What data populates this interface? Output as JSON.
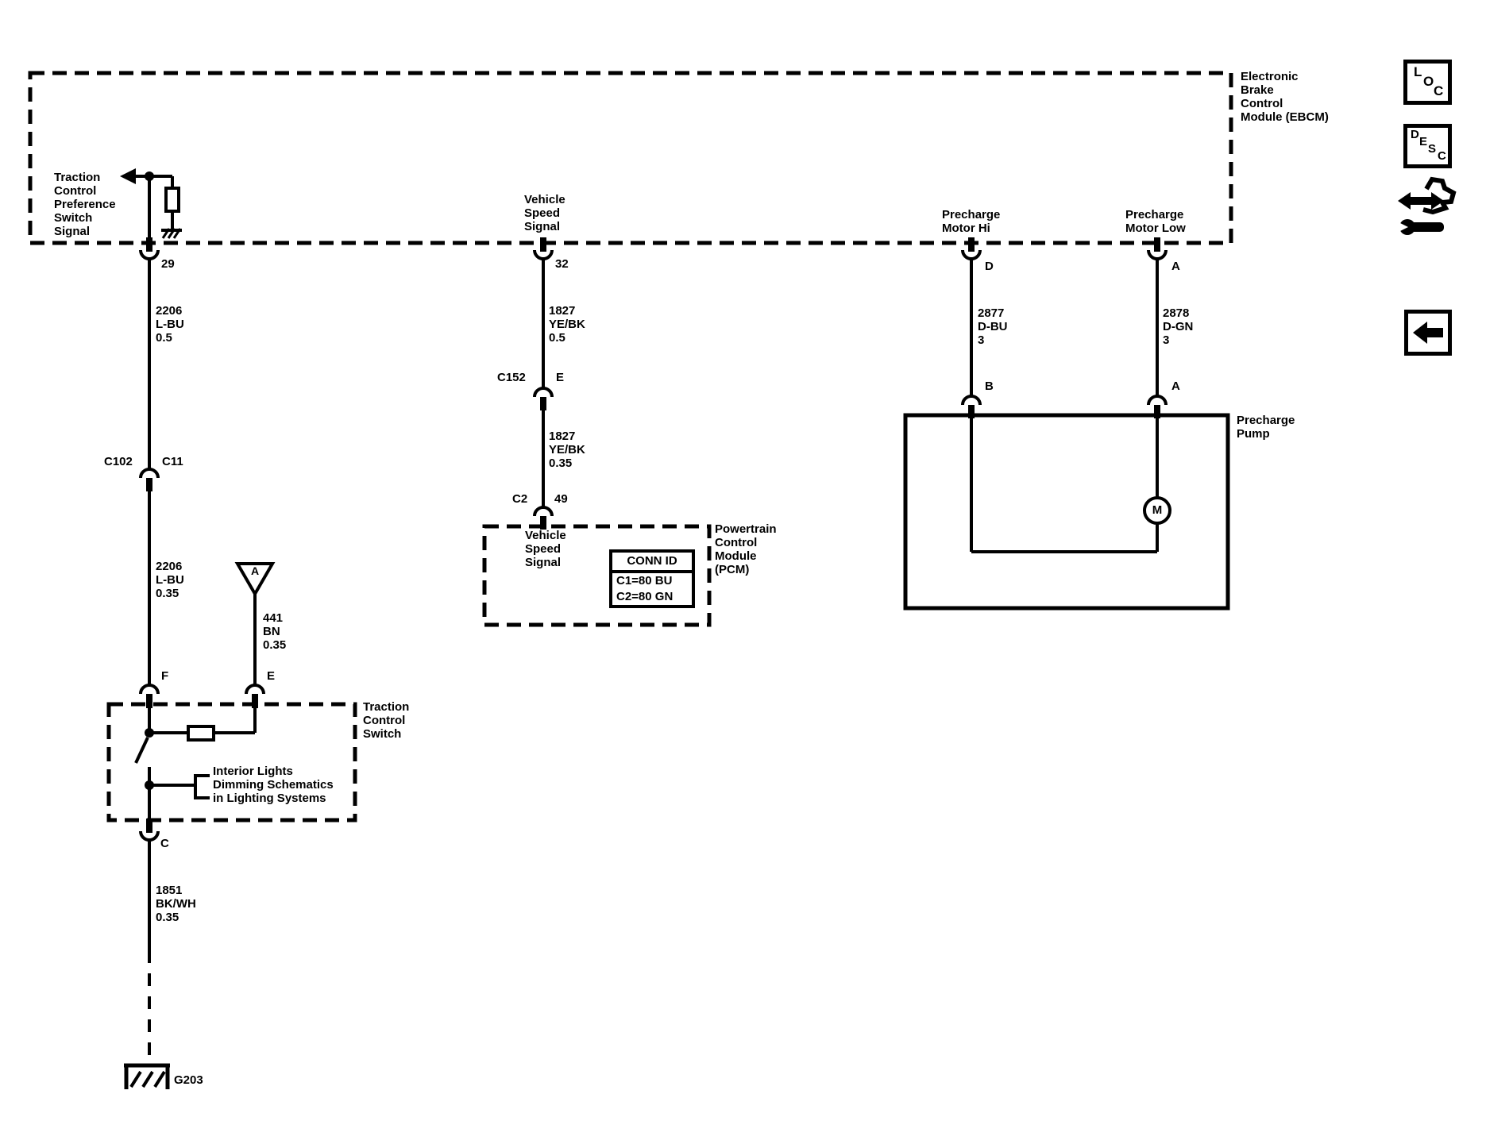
{
  "ebcm": {
    "label": "Electronic\nBrake\nControl\nModule (EBCM)"
  },
  "ebcm_signals": {
    "traction": "Traction\nControl\nPreference\nSwitch\nSignal",
    "vss": "Vehicle\nSpeed\nSignal",
    "hi": "Precharge\nMotor Hi",
    "low": "Precharge\nMotor Low"
  },
  "pcm": {
    "label": "Powertrain\nControl\nModule\n(PCM)",
    "signal": "Vehicle\nSpeed\nSignal",
    "table": {
      "header": "CONN ID",
      "row1": "C1=80 BU",
      "row2": "C2=80 GN"
    }
  },
  "pump": {
    "label": "Precharge\nPump",
    "motor_letter": "M"
  },
  "switch_box": {
    "label": "Traction\nControl\nSwitch",
    "note": "Interior Lights\nDimming Schematics\nin Lighting Systems"
  },
  "pins": {
    "p29": "29",
    "p32": "32",
    "pd": "D",
    "pa_top": "A",
    "pb": "B",
    "pa_pump": "A",
    "c152": "C152",
    "pe_c152": "E",
    "c2": "C2",
    "p49": "49",
    "c102": "C102",
    "c11": "C11",
    "pf": "F",
    "pe_sw": "E",
    "pc": "C"
  },
  "wires": {
    "w2206_05": "2206\nL-BU\n0.5",
    "w1827_05": "1827\nYE/BK\n0.5",
    "w2877": "2877\nD-BU\n3",
    "w2878": "2878\nD-GN\n3",
    "w2206_035": "2206\nL-BU\n0.35",
    "w1827_035": "1827\nYE/BK\n0.35",
    "w441": "441\nBN\n0.35",
    "w1851": "1851\nBK/WH\n0.35"
  },
  "splice": {
    "label": "A"
  },
  "ground": {
    "label": "G203"
  },
  "icons": {
    "loc": [
      "L",
      "O",
      "C"
    ],
    "desc": [
      "D",
      "E",
      "S",
      "C"
    ]
  }
}
